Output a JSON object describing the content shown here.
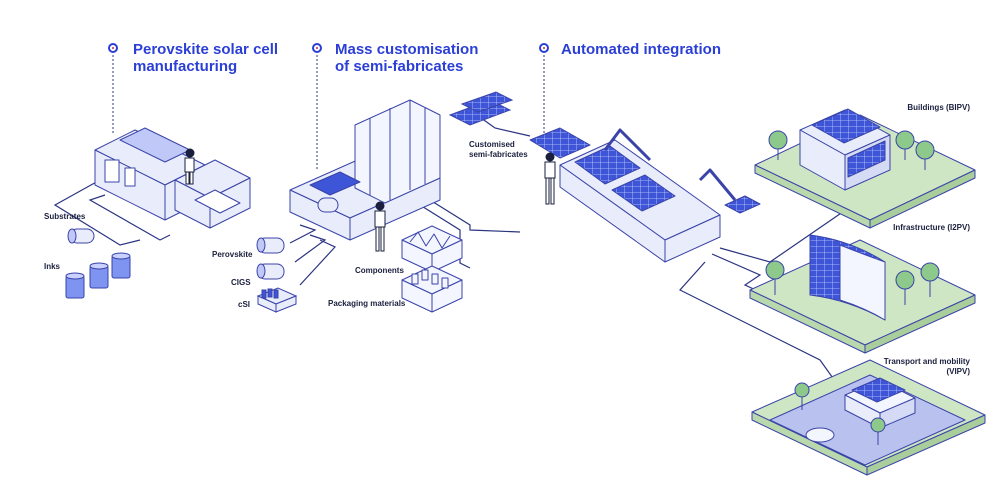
{
  "stages": [
    {
      "id": "stage-1",
      "title_line1": "Perovskite solar cell",
      "title_line2": "manufacturing"
    },
    {
      "id": "stage-2",
      "title_line1": "Mass customisation",
      "title_line2": "of semi-fabricates"
    },
    {
      "id": "stage-3",
      "title_line1": "Automated integration",
      "title_line2": ""
    }
  ],
  "labels": {
    "substrates": "Substrates",
    "inks": "Inks",
    "perovskite": "Perovskite",
    "cigs": "CIGS",
    "csi": "cSI",
    "components": "Components",
    "packaging": "Packaging materials",
    "customised_line1": "Customised",
    "customised_line2": "semi-fabricates",
    "bipv": "Buildings (BIPV)",
    "i2pv": "Infrastructure (I2PV)",
    "vipv_line1": "Transport and mobility",
    "vipv_line2": "(VIPV)"
  },
  "colors": {
    "accent": "#2b3fd6",
    "line": "#2a3480",
    "machine_fill": "#e9ecfb",
    "machine_stroke": "#3a44a8",
    "panel_blue": "#3e55d8",
    "ground_green": "#cfe6c4",
    "road": "#b9c1ee",
    "tree": "#8cc98a",
    "marker_dot": "#c0243a"
  }
}
